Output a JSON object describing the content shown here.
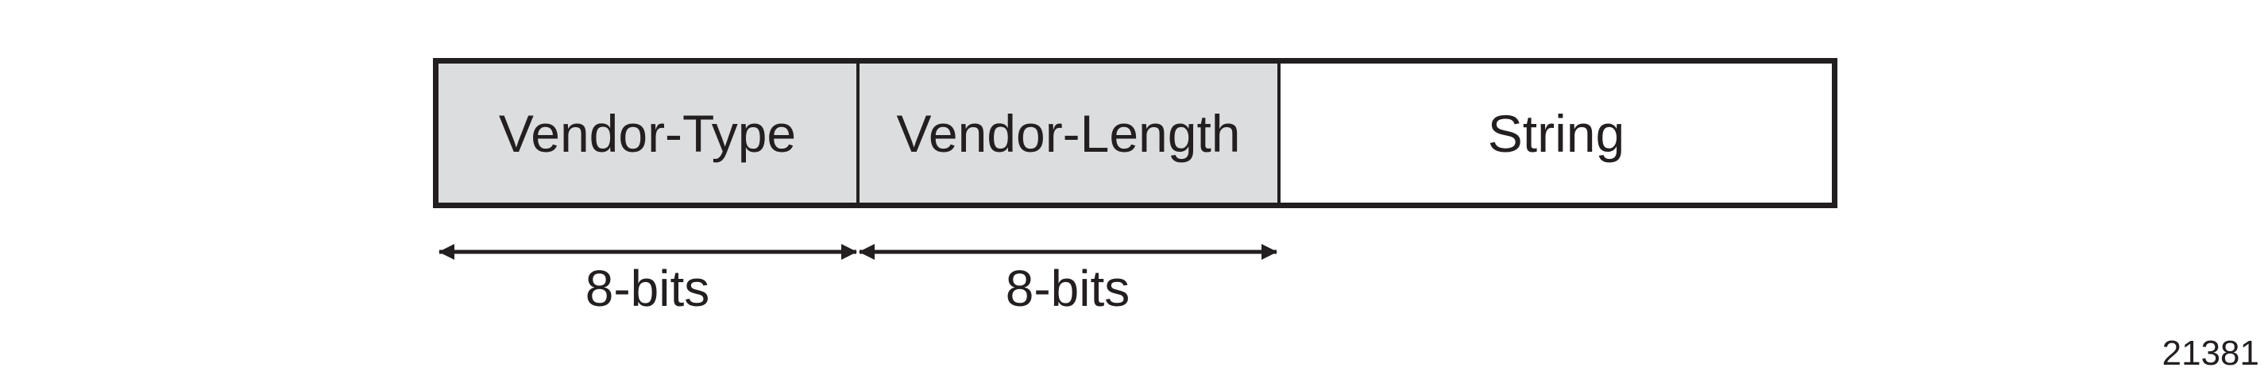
{
  "diagram": {
    "fields": [
      {
        "label": "Vendor-Type",
        "fill": "#dcddde"
      },
      {
        "label": "Vendor-Length",
        "fill": "#dcddde"
      },
      {
        "label": "String",
        "fill": "#ffffff"
      }
    ],
    "width_labels": [
      "8-bits",
      "8-bits"
    ],
    "figure_number": "21381"
  },
  "colors": {
    "line": "#231f20",
    "shaded_field": "#dcddde"
  }
}
